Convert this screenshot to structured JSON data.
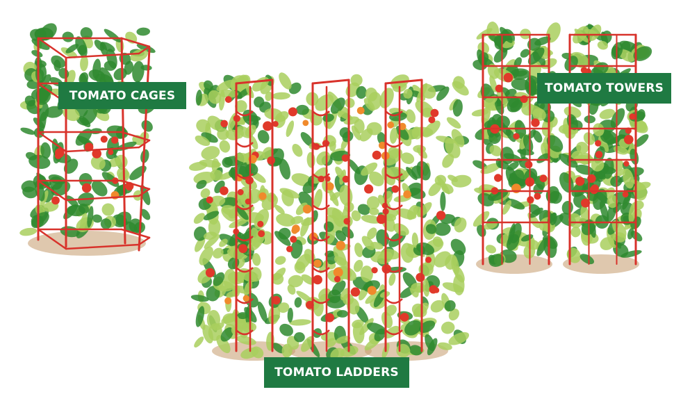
{
  "illustration": {
    "colors": {
      "support_red": "#d8322b",
      "leaf_green_dark": "#2f8a2f",
      "leaf_green_light": "#a9cf5e",
      "tomato_red": "#e0392a",
      "tomato_orange": "#f08a2c",
      "soil": "#c49a6c",
      "label_bg": "#1f7a42",
      "label_text": "#ffffff"
    },
    "groups": [
      {
        "id": "cages",
        "label": "TOMATO CAGES"
      },
      {
        "id": "ladders",
        "label": "TOMATO LADDERS"
      },
      {
        "id": "towers",
        "label": "TOMATO TOWERS"
      }
    ]
  }
}
